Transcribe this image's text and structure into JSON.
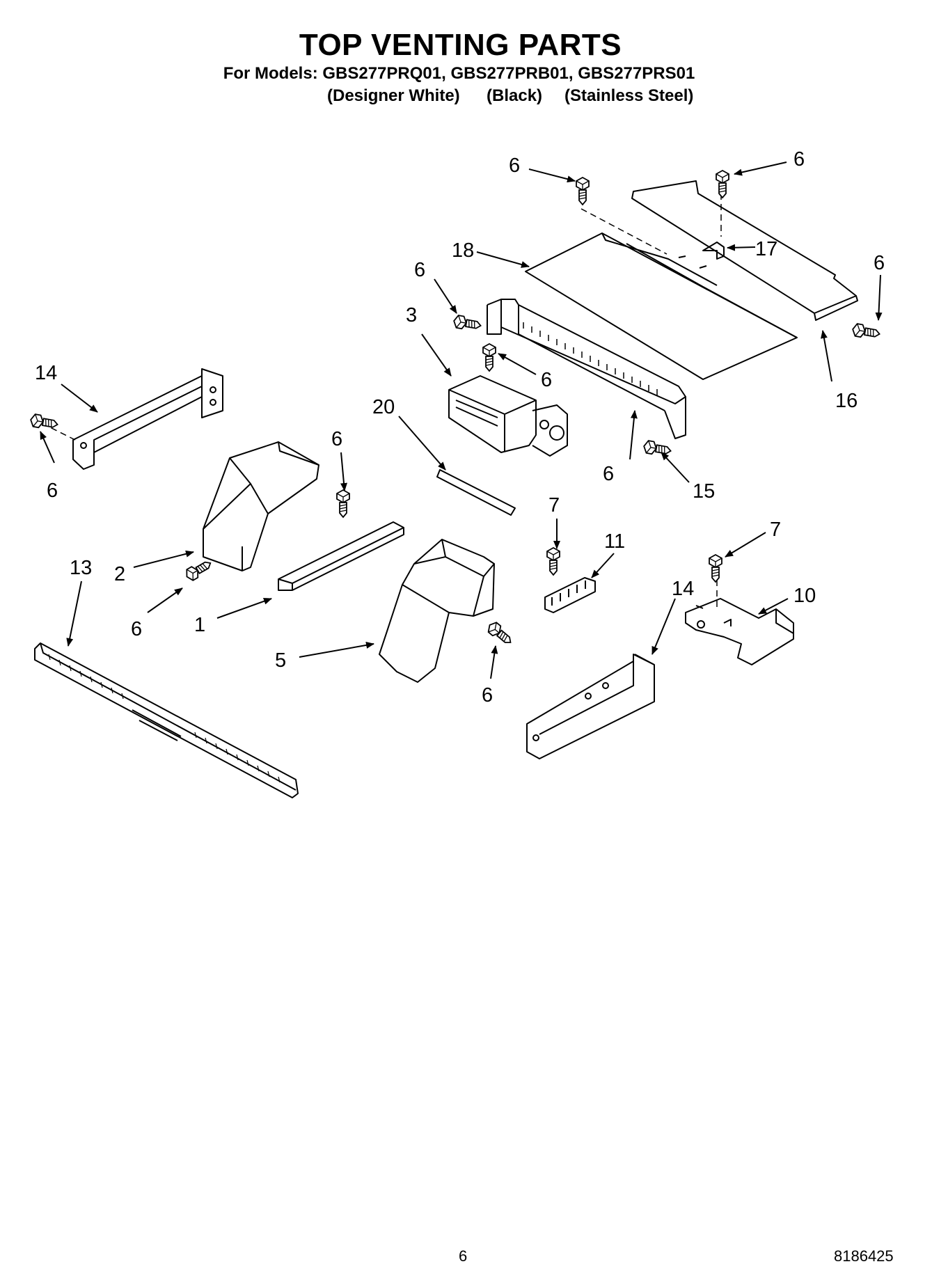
{
  "title": "TOP VENTING PARTS",
  "models_line": "For Models: GBS277PRQ01, GBS277PRB01, GBS277PRS01",
  "color_labels": [
    "(Designer White)",
    "(Black)",
    "(Stainless Steel)"
  ],
  "callouts": [
    "6",
    "6",
    "18",
    "17",
    "6",
    "6",
    "3",
    "6",
    "16",
    "14",
    "6",
    "15",
    "6",
    "20",
    "6",
    "2",
    "13",
    "1",
    "6",
    "7",
    "11",
    "7",
    "14",
    "10",
    "5",
    "6"
  ],
  "page_number": "6",
  "doc_number": "8186425"
}
